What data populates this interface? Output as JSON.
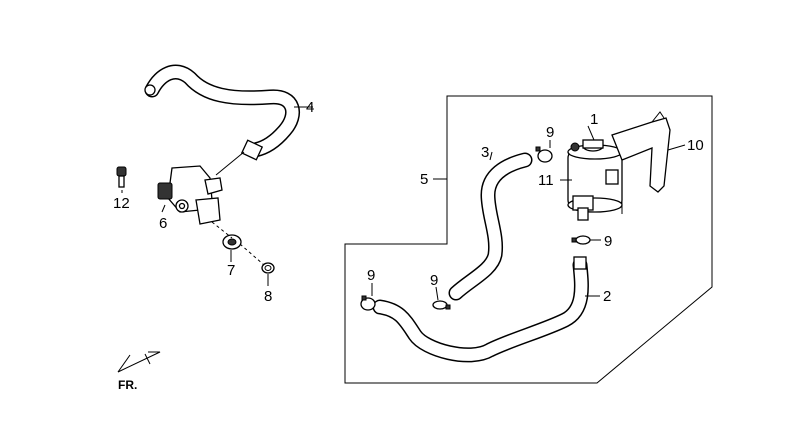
{
  "labels": {
    "p1": "1",
    "p2": "2",
    "p3": "3",
    "p4": "4",
    "p5": "5",
    "p6": "6",
    "p7": "7",
    "p8": "8",
    "p9a": "9",
    "p9b": "9",
    "p9c": "9",
    "p9d": "9",
    "p10": "10",
    "p11": "11",
    "p12": "12"
  },
  "direction_mark": "FR."
}
